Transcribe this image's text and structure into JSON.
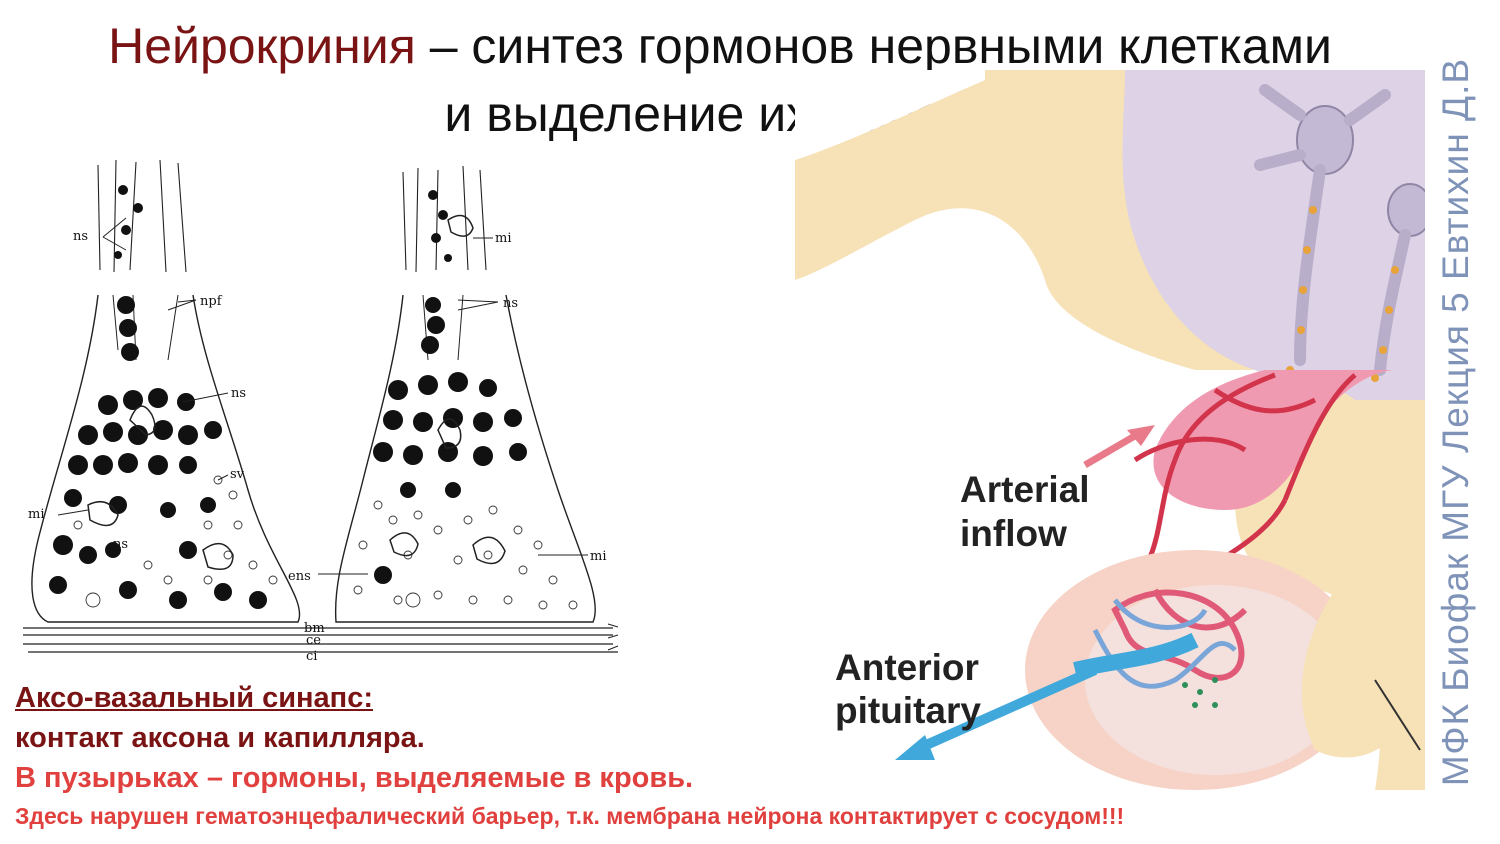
{
  "title": {
    "highlight": "Нейрокриния",
    "rest": " – синтез гормонов нервными клетками",
    "line2": "и выделение  их в кровь"
  },
  "side_note": "МФК Биофак МГУ Лекция 5 Евтихин Д.В",
  "left_figure": {
    "labels": {
      "ns_a": "ns",
      "npf": "npf",
      "ns_b": "ns",
      "mi_a": "mi",
      "ns_c": "ns",
      "sv": "sv",
      "mi_b": "mi",
      "ns_d": "ns",
      "mi_c": "mi",
      "ens": "ens",
      "bm": "bm",
      "ce": "ce",
      "ci": "ci"
    }
  },
  "right_figure": {
    "arterial_1": "Arterial",
    "arterial_2": "inflow",
    "anterior_1": "Anterior",
    "anterior_2": "pituitary"
  },
  "captions": {
    "line1": "Аксо-вазальный синапс:",
    "line2": "контакт аксона и капилляра.",
    "line3": "В пузырьках – гормоны, выделяемые в кровь.",
    "line4": "Здесь нарушен гематоэнцефалический барьер, т.к. мембрана нейрона контактирует с сосудом!!!"
  },
  "colors": {
    "title_highlight": "#7a1414",
    "caption_dark": "#7a1414",
    "caption_red": "#e0403e",
    "side_note": "#7f93b8"
  }
}
